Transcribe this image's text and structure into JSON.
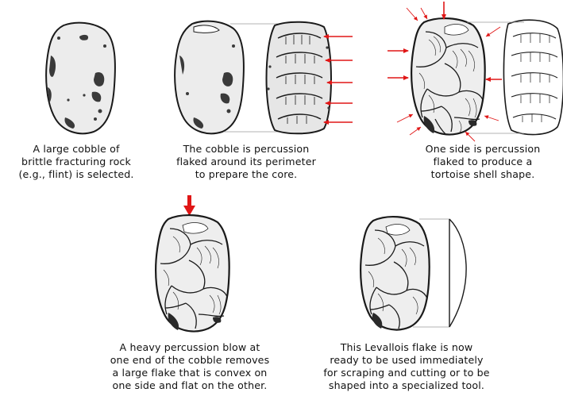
{
  "colors": {
    "ink": "#1a1a1a",
    "stone_fill": "#ececec",
    "speckle": "#3a3a3a",
    "arrow": "#e01616",
    "background": "#ffffff"
  },
  "steps": [
    {
      "caption_lines": [
        "A large cobble of",
        "brittle fracturing rock",
        "(e.g., flint) is selected."
      ]
    },
    {
      "caption_lines": [
        "The cobble is percussion",
        "flaked around its perimeter",
        "to prepare the core."
      ]
    },
    {
      "caption_lines": [
        "One side is percussion",
        "flaked to produce a",
        "tortoise shell shape."
      ]
    },
    {
      "caption_lines": [
        "A heavy percussion blow at",
        "one end of the cobble removes",
        "a large flake that is convex on",
        "one side and flat on the other."
      ]
    },
    {
      "caption_lines": [
        "This Levallois flake is now",
        "ready to be used immediately",
        "for scraping and cutting or to be",
        "shaped into a specialized tool."
      ]
    }
  ]
}
